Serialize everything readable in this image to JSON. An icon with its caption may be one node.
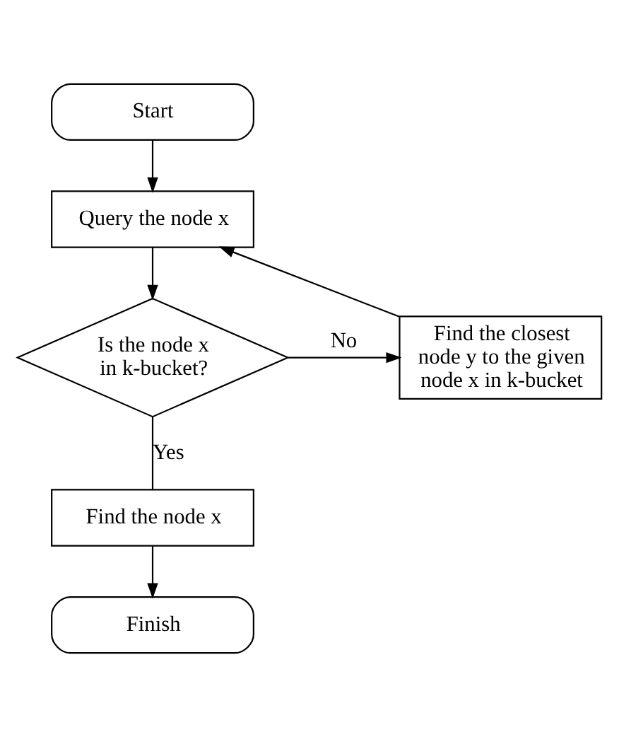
{
  "diagram": {
    "nodes": [
      {
        "text": [
          "Start"
        ]
      },
      {
        "text": [
          "Query the node x"
        ]
      },
      {
        "text": [
          "Is the node x in k-bucket?"
        ]
      },
      {
        "text": [
          "Find the closest node y to the given node x in k-bucket"
        ]
      },
      {
        "text": [
          "Find the node x"
        ]
      },
      {
        "text": [
          "Finish"
        ]
      }
    ],
    "edges": [
      {
        "from": 0,
        "to": 1,
        "arrow": "to"
      },
      {
        "from": 1,
        "to": 2,
        "arrow": "to"
      },
      {
        "from": 2,
        "to": 3,
        "label": "No",
        "arrow": "to"
      },
      {
        "from": 3,
        "to": 1,
        "arrow": "to"
      },
      {
        "from": 2,
        "to": 4,
        "label": "Yes",
        "arrow": "none"
      },
      {
        "from": 4,
        "to": 5,
        "arrow": "to"
      }
    ]
  }
}
